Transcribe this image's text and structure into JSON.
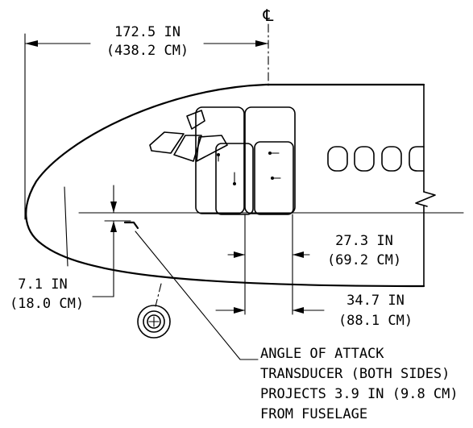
{
  "centerline_symbol": "℄",
  "dim_overall_in": "172.5 IN",
  "dim_overall_cm": "(438.2 CM)",
  "dim_transducer_in": "7.1 IN",
  "dim_transducer_cm": "(18.0 CM)",
  "dim_door_upper_in": "27.3 IN",
  "dim_door_upper_cm": "(69.2 CM)",
  "dim_door_lower_in": "34.7 IN",
  "dim_door_lower_cm": "(88.1 CM)",
  "note_lines": [
    "ANGLE OF ATTACK",
    "TRANSDUCER (BOTH SIDES)",
    "PROJECTS 3.9 IN (9.8 CM)",
    "FROM FUSELAGE"
  ]
}
